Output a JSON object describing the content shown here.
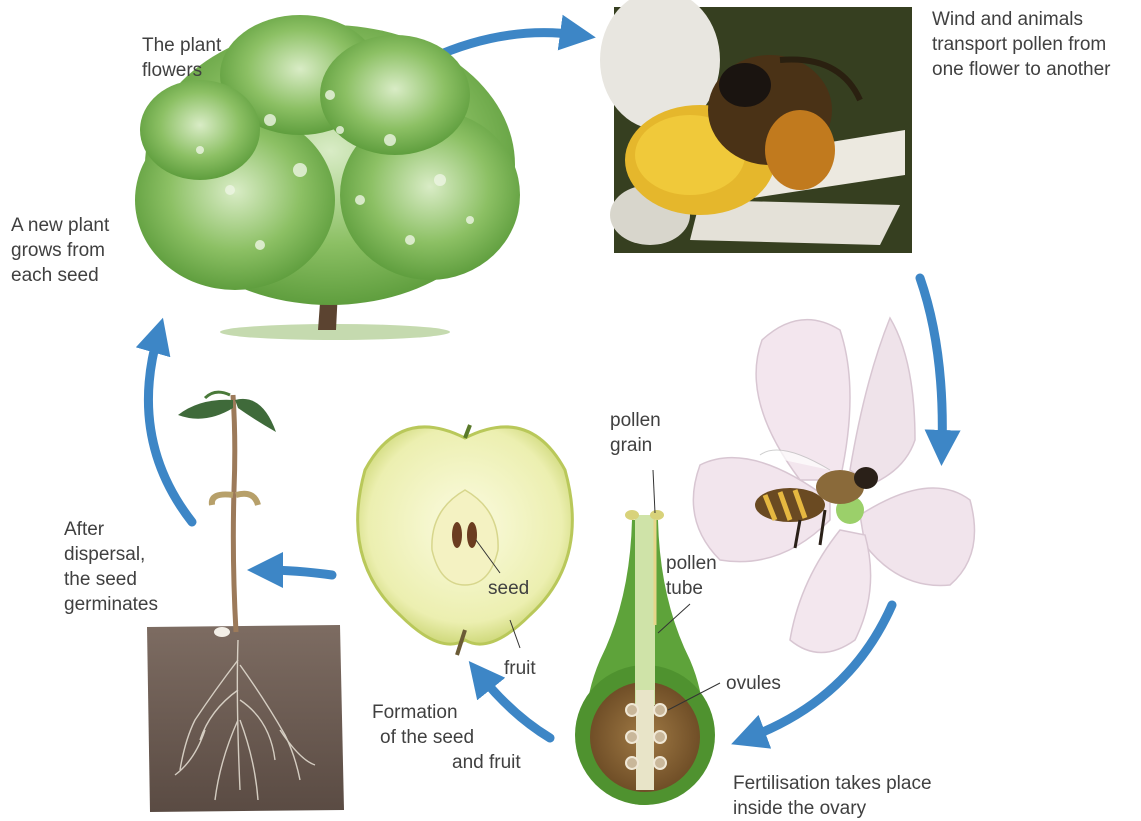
{
  "colors": {
    "arrow": "#3d86c6",
    "leaf": "#6fb04a",
    "trunk": "#5b4330",
    "soil": "#6a5a50",
    "apple_flesh": "#f1f0b8",
    "apple_skin": "#c8d46a",
    "petal": "#f3e6ee",
    "ovary_green": "#5ea33a"
  },
  "stages": {
    "plant_flowers": {
      "line1": "The plant",
      "line2": "flowers"
    },
    "pollination": {
      "line1": "Wind and animals",
      "line2": "transport pollen from",
      "line3": "one flower to another"
    },
    "fertilisation": {
      "line1": "Fertilisation takes place",
      "line2": "inside the ovary"
    },
    "formation": {
      "line1": "Formation",
      "line2": "of the seed",
      "line3": "and fruit"
    },
    "germination": {
      "line1": "After",
      "line2": "dispersal,",
      "line3": "the seed",
      "line4": "germinates"
    },
    "new_plant": {
      "line1": "A new plant",
      "line2": "grows from",
      "line3": "each seed"
    }
  },
  "callouts": {
    "pollen_grain": {
      "line1": "pollen",
      "line2": "grain"
    },
    "pollen_tube": {
      "line1": "pollen",
      "line2": "tube"
    },
    "ovules": "ovules",
    "seed": "seed",
    "fruit": "fruit"
  },
  "icons": {
    "tree": "flowering-tree-icon",
    "bee_photo": "bee-on-flower-icon",
    "flower": "bee-on-blossom-icon",
    "ovary": "ovary-cross-section-icon",
    "apple": "apple-half-icon",
    "seedling": "seedling-icon"
  }
}
